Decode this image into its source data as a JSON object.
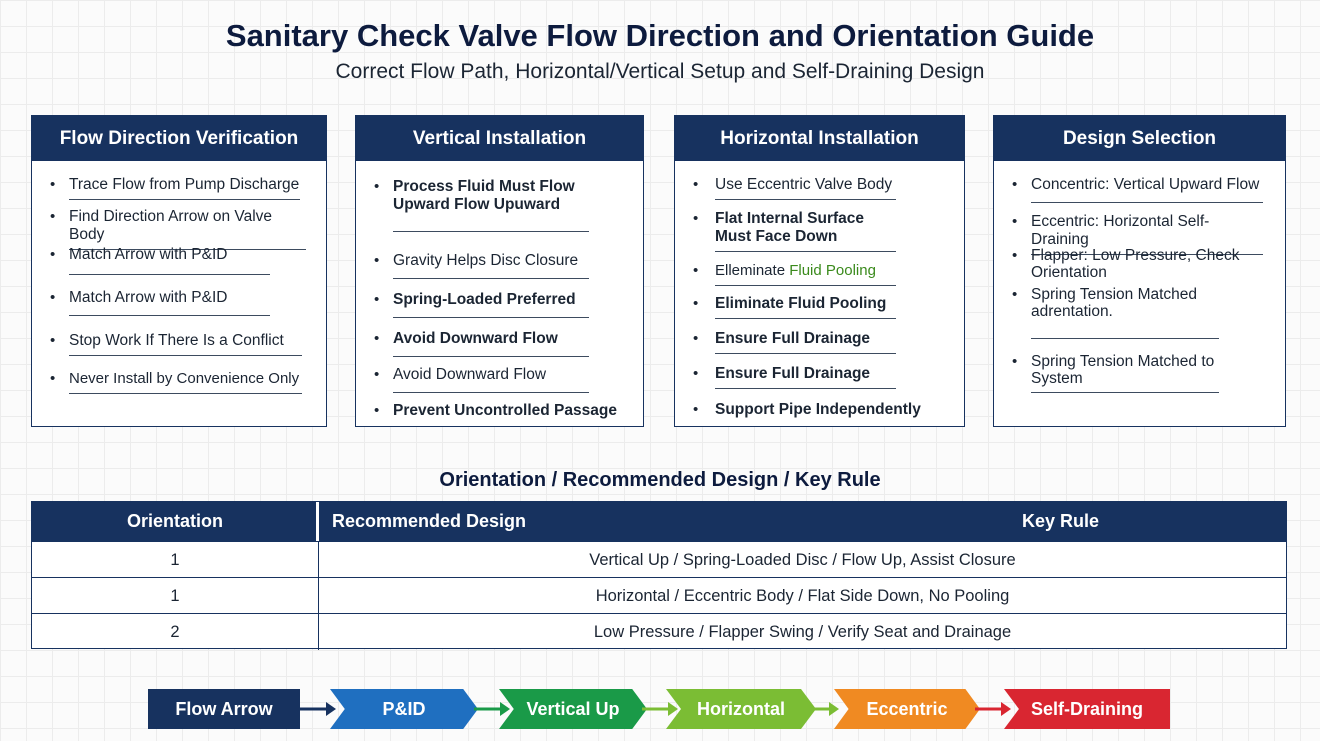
{
  "header": {
    "title": "Sanitary Check Valve Flow Direction and Orientation Guide",
    "subtitle": "Correct Flow Path, Horizontal/Vertical Setup and Self-Draining Design"
  },
  "cards": [
    {
      "title": "Flow Direction Verification",
      "items": [
        "Trace Flow from Pump Discharge",
        "Find Direction Arrow on Valve Body",
        "Match Arrow with P&ID",
        "Match Arrow with P&ID",
        "Stop Work If There Is a Conflict",
        "Never Install by Convenience Only"
      ]
    },
    {
      "title": "Vertical Installation",
      "items": [
        "Process Fluid Must Flow Upward Flow Upuward",
        "Gravity Helps Disc Closure",
        "Spring-Loaded Preferred",
        "Avoid Downward Flow",
        "Avoid Downward Flow",
        "Prevent Uncontrolled Passage"
      ]
    },
    {
      "title": "Horizontal Installation",
      "items": [
        "Use Eccentric Valve Body",
        "Flat Internal Surface Must Face Down",
        "Elleminate",
        "Fluid Pooling",
        "Eliminate Fluid Pooling",
        "Ensure Full Drainage",
        "Ensure Full Drainage",
        "Support Pipe Independently"
      ]
    },
    {
      "title": "Design Selection",
      "items": [
        "Concentric: Vertical Upward Flow",
        "Eccentric: Horizontal Self-Draining",
        "Flapper: Low Pressure, Check Orientation",
        "Spring Tension Matched adrentation.",
        "Spring Tension Matched to System"
      ]
    }
  ],
  "table": {
    "title": "Orientation / Recommended Design / Key Rule",
    "headers": [
      "Orientation",
      "Recommended Design",
      "Key Rule"
    ],
    "rows": [
      {
        "orientation": "1",
        "rule": "Vertical Up / Spring-Loaded Disc / Flow Up, Assist Closure"
      },
      {
        "orientation": "1",
        "rule": "Horizontal / Eccentric Body / Flat Side Down, No Pooling"
      },
      {
        "orientation": "2",
        "rule": "Low Pressure / Flapper Swing / Verify Seat and Drainage"
      }
    ]
  },
  "flow_steps": [
    {
      "label": "Flow Arrow",
      "color": "#17325f"
    },
    {
      "label": "P&ID",
      "color": "#1f6fc0"
    },
    {
      "label": "Vertical Up",
      "color": "#1a9a48"
    },
    {
      "label": "Horizontal",
      "color": "#7bbd34"
    },
    {
      "label": "Eccentric",
      "color": "#f08a22"
    },
    {
      "label": "Self-Draining",
      "color": "#d92631"
    }
  ],
  "bullet_glyph": "•"
}
